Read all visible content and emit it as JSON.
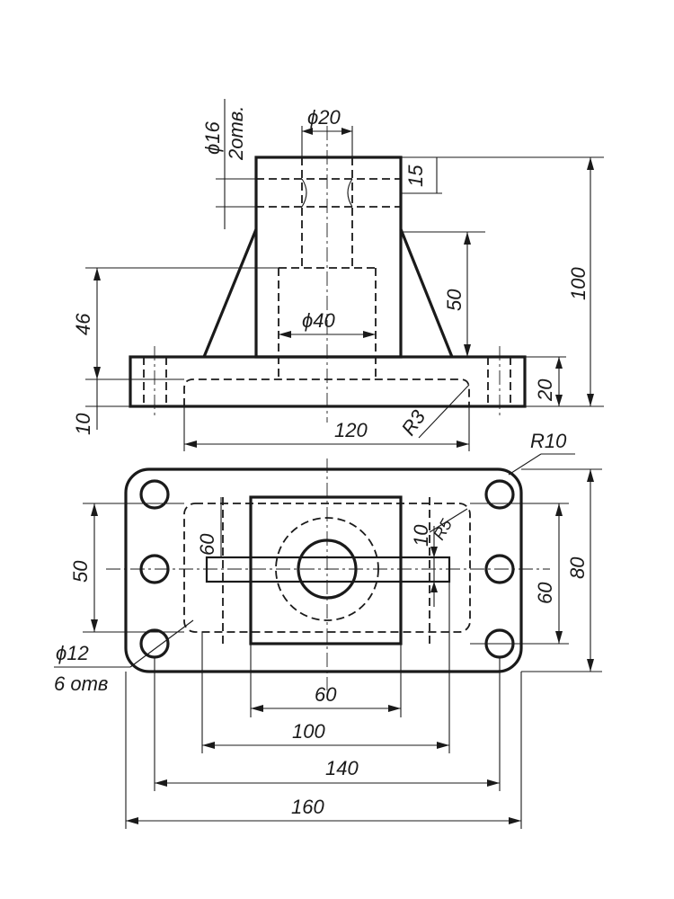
{
  "front_view": {
    "dia_small_holes": "ϕ16",
    "small_holes_count": "2отв.",
    "dia_bore_top": "ϕ20",
    "dia_bore_bottom": "ϕ40",
    "dim_15": "15",
    "dim_50": "50",
    "dim_100": "100",
    "dim_46": "46",
    "dim_20": "20",
    "dim_10": "10",
    "dim_120": "120",
    "radius_r3": "R3"
  },
  "top_view": {
    "radius_r10": "R10",
    "radius_r5": "R5",
    "dim_60_left": "60",
    "dim_50": "50",
    "dim_10": "10",
    "dim_80": "80",
    "dim_60_right": "60",
    "dia_holes": "ϕ12",
    "holes_count": "6 отв",
    "dim_60_bottom": "60",
    "dim_100": "100",
    "dim_140": "140",
    "dim_160": "160"
  }
}
